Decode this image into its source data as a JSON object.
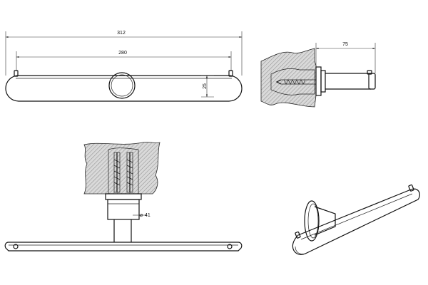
{
  "dimensions": {
    "overall_length": "312",
    "post_spacing": "280",
    "bar_height": "25",
    "projection": "75",
    "rosette_diameter": "41"
  }
}
